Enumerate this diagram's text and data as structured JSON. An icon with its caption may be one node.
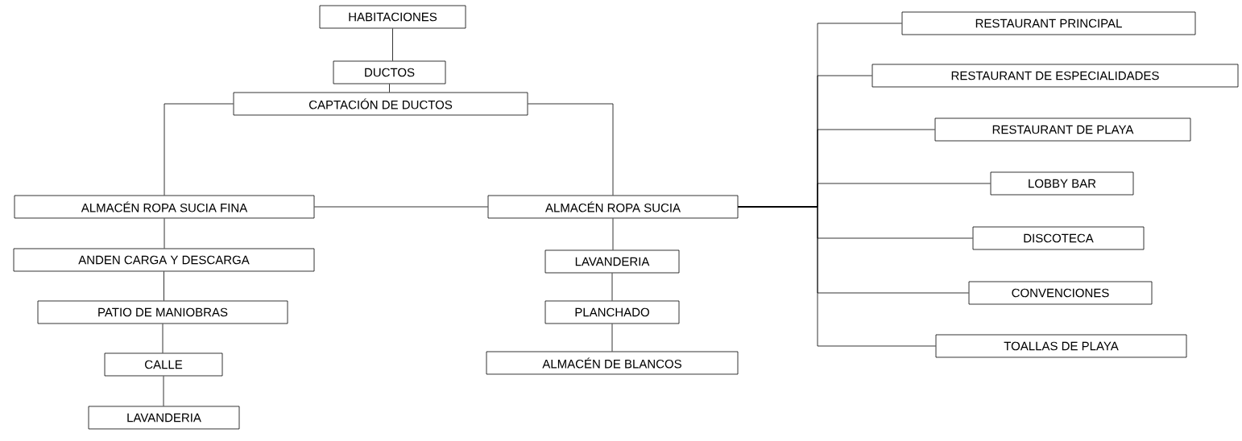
{
  "diagram": {
    "nodes": [
      {
        "text": [
          "HABITACIONES"
        ]
      },
      {
        "text": [
          "DUCTOS"
        ]
      },
      {
        "text": [
          "CAPTACIÓN DE DUCTOS"
        ]
      },
      {
        "text": [
          "ALMACÉN ROPA SUCIA FINA"
        ]
      },
      {
        "text": [
          "ANDEN CARGA Y DESCARGA"
        ]
      },
      {
        "text": [
          "PATIO DE MANIOBRAS"
        ]
      },
      {
        "text": [
          "CALLE"
        ]
      },
      {
        "text": [
          "LAVANDERIA"
        ]
      },
      {
        "text": [
          "ALMACÉN ROPA SUCIA"
        ]
      },
      {
        "text": [
          "LAVANDERIA"
        ]
      },
      {
        "text": [
          "PLANCHADO"
        ]
      },
      {
        "text": [
          "ALMACÉN DE BLANCOS"
        ]
      },
      {
        "text": [
          "RESTAURANT PRINCIPAL"
        ]
      },
      {
        "text": [
          "RESTAURANT DE ESPECIALIDADES"
        ]
      },
      {
        "text": [
          "RESTAURANT DE PLAYA"
        ]
      },
      {
        "text": [
          "LOBBY BAR"
        ]
      },
      {
        "text": [
          "DISCOTECA"
        ]
      },
      {
        "text": [
          "CONVENCIONES"
        ]
      },
      {
        "text": [
          "TOALLAS DE PLAYA"
        ]
      }
    ],
    "edges": [
      {
        "from": 0,
        "to": 1,
        "arrow": "none"
      },
      {
        "from": 1,
        "to": 2,
        "arrow": "none"
      },
      {
        "from": 2,
        "to": 3,
        "arrow": "none"
      },
      {
        "from": 2,
        "to": 8,
        "arrow": "none"
      },
      {
        "from": 3,
        "to": 8,
        "arrow": "none"
      },
      {
        "from": 3,
        "to": 4,
        "arrow": "none"
      },
      {
        "from": 4,
        "to": 5,
        "arrow": "none"
      },
      {
        "from": 5,
        "to": 6,
        "arrow": "none"
      },
      {
        "from": 6,
        "to": 7,
        "arrow": "none"
      },
      {
        "from": 8,
        "to": 9,
        "arrow": "none"
      },
      {
        "from": 9,
        "to": 10,
        "arrow": "none"
      },
      {
        "from": 10,
        "to": 11,
        "arrow": "none"
      },
      {
        "from": 8,
        "to": 12,
        "arrow": "none"
      },
      {
        "from": 8,
        "to": 13,
        "arrow": "none"
      },
      {
        "from": 8,
        "to": 14,
        "arrow": "none"
      },
      {
        "from": 8,
        "to": 15,
        "arrow": "none"
      },
      {
        "from": 8,
        "to": 16,
        "arrow": "none"
      },
      {
        "from": 8,
        "to": 17,
        "arrow": "none"
      },
      {
        "from": 8,
        "to": 18,
        "arrow": "none"
      }
    ]
  }
}
